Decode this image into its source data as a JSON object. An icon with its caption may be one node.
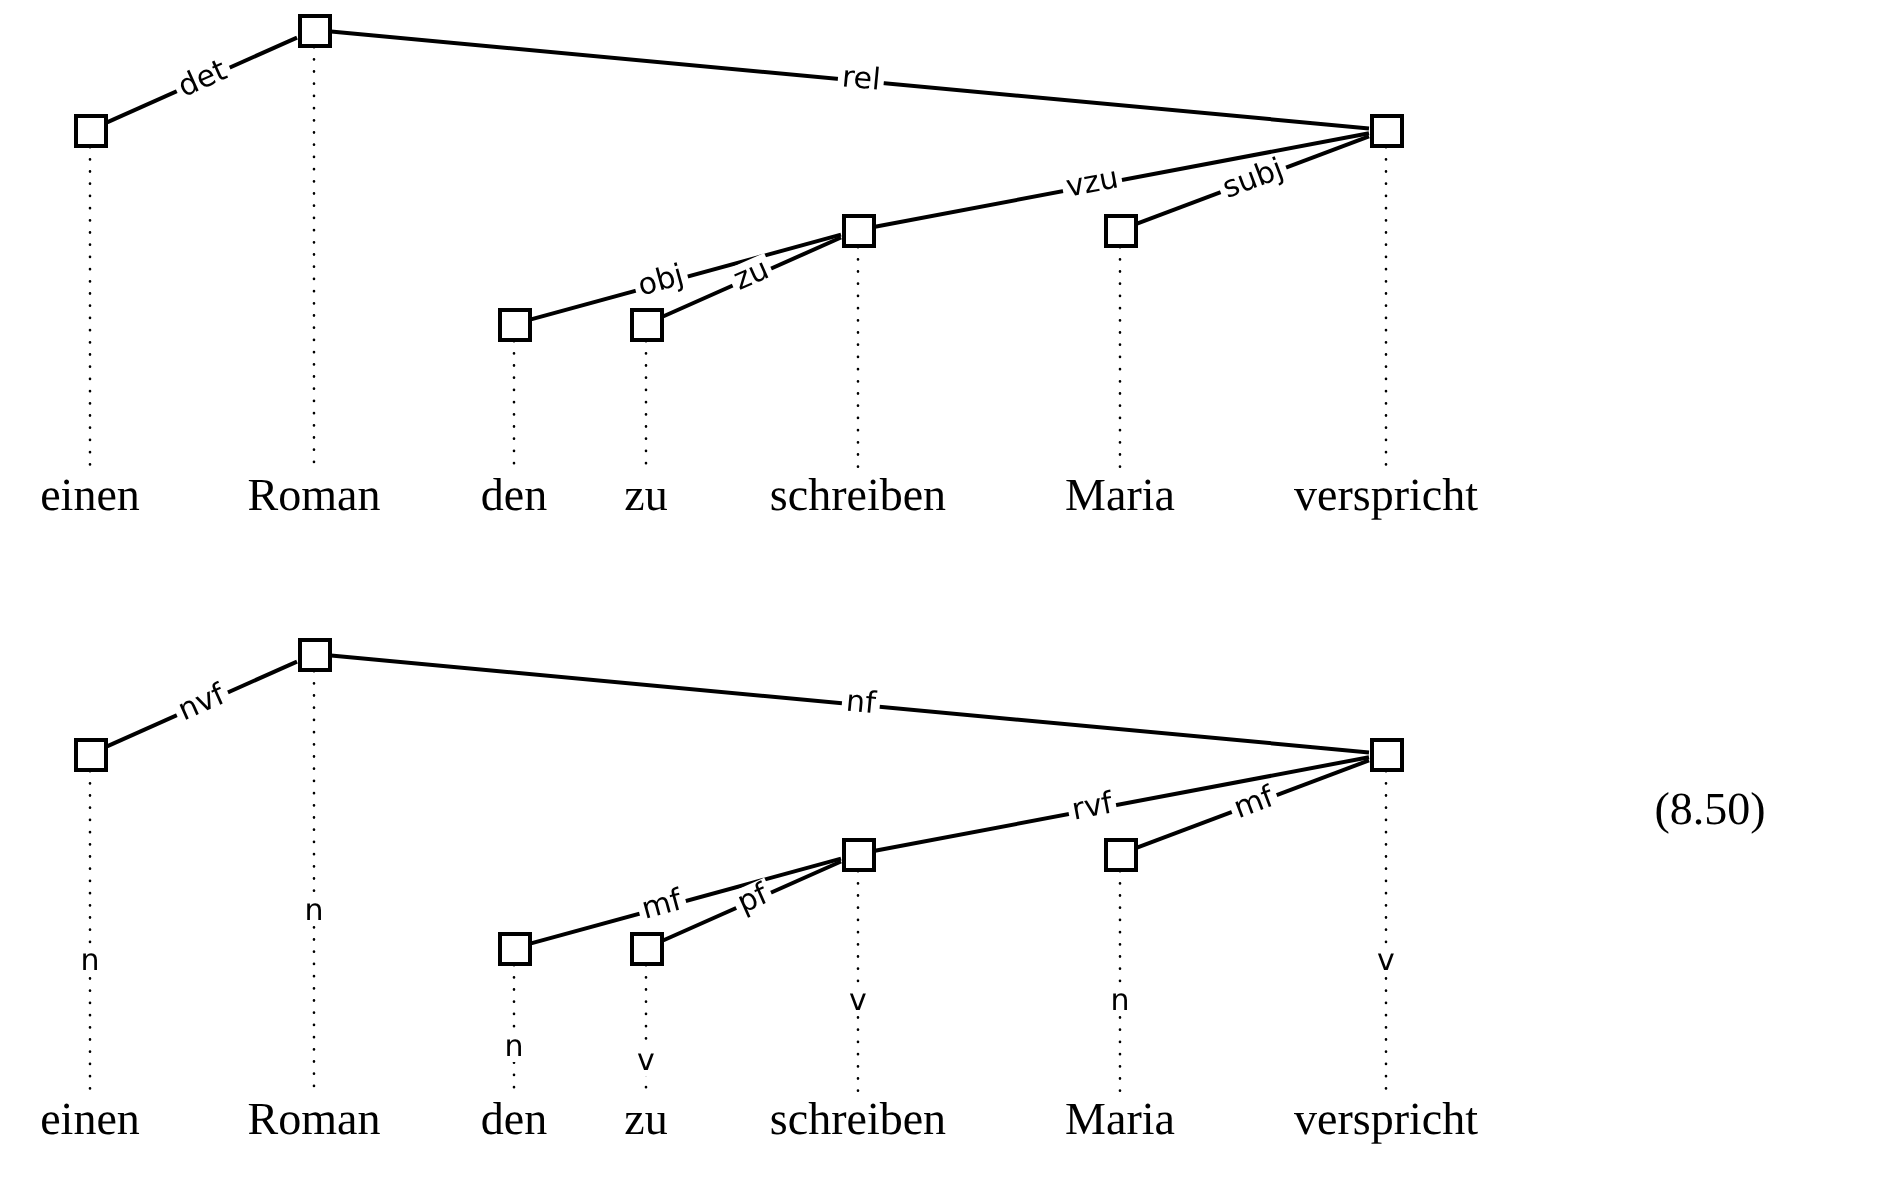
{
  "diagram": {
    "nodes": [
      {
        "text": [],
        "shape": "box"
      },
      {
        "text": [],
        "shape": "box"
      },
      {
        "text": [],
        "shape": "box"
      },
      {
        "text": [],
        "shape": "box"
      },
      {
        "text": [],
        "shape": "box"
      },
      {
        "text": [],
        "shape": "box"
      },
      {
        "text": [],
        "shape": "box"
      },
      {
        "text": [
          "einen"
        ]
      },
      {
        "text": [
          "Roman"
        ]
      },
      {
        "text": [
          "den"
        ]
      },
      {
        "text": [
          "zu"
        ]
      },
      {
        "text": [
          "schreiben"
        ]
      },
      {
        "text": [
          "Maria"
        ]
      },
      {
        "text": [
          "verspricht"
        ]
      },
      {
        "text": [],
        "shape": "box"
      },
      {
        "text": [],
        "shape": "box"
      },
      {
        "text": [],
        "shape": "box"
      },
      {
        "text": [],
        "shape": "box"
      },
      {
        "text": [],
        "shape": "box"
      },
      {
        "text": [],
        "shape": "box"
      },
      {
        "text": [],
        "shape": "box"
      },
      {
        "text": [
          "einen"
        ]
      },
      {
        "text": [
          "Roman"
        ]
      },
      {
        "text": [
          "den"
        ]
      },
      {
        "text": [
          "zu"
        ]
      },
      {
        "text": [
          "schreiben"
        ]
      },
      {
        "text": [
          "Maria"
        ]
      },
      {
        "text": [
          "verspricht"
        ]
      }
    ],
    "edges": [
      {
        "from": 1,
        "to": 0,
        "arrow": "none",
        "label": "det"
      },
      {
        "from": 6,
        "to": 1,
        "arrow": "none",
        "label": "rel"
      },
      {
        "from": 4,
        "to": 2,
        "arrow": "none",
        "label": "obj"
      },
      {
        "from": 4,
        "to": 3,
        "arrow": "none",
        "label": "zu"
      },
      {
        "from": 6,
        "to": 4,
        "arrow": "none",
        "label": "vzu"
      },
      {
        "from": 6,
        "to": 5,
        "arrow": "none",
        "label": "subj"
      },
      {
        "from": 0,
        "to": 7,
        "arrow": "none",
        "style": "dashed"
      },
      {
        "from": 1,
        "to": 8,
        "arrow": "none",
        "style": "dashed"
      },
      {
        "from": 2,
        "to": 9,
        "arrow": "none",
        "style": "dashed"
      },
      {
        "from": 3,
        "to": 10,
        "arrow": "none",
        "style": "dashed"
      },
      {
        "from": 4,
        "to": 11,
        "arrow": "none",
        "style": "dashed"
      },
      {
        "from": 5,
        "to": 12,
        "arrow": "none",
        "style": "dashed"
      },
      {
        "from": 6,
        "to": 13,
        "arrow": "none",
        "style": "dashed"
      },
      {
        "from": 15,
        "to": 14,
        "arrow": "none",
        "label": "nvf"
      },
      {
        "from": 20,
        "to": 15,
        "arrow": "none",
        "label": "nf"
      },
      {
        "from": 18,
        "to": 16,
        "arrow": "none",
        "label": "mf"
      },
      {
        "from": 18,
        "to": 17,
        "arrow": "none",
        "label": "pf"
      },
      {
        "from": 20,
        "to": 18,
        "arrow": "none",
        "label": "rvf"
      },
      {
        "from": 20,
        "to": 19,
        "arrow": "none",
        "label": "mf"
      },
      {
        "from": 14,
        "to": 21,
        "arrow": "none",
        "style": "dashed"
      },
      {
        "from": 15,
        "to": 22,
        "arrow": "none",
        "style": "dashed"
      },
      {
        "from": 16,
        "to": 23,
        "arrow": "none",
        "style": "dashed"
      },
      {
        "from": 17,
        "to": 24,
        "arrow": "none",
        "style": "dashed"
      },
      {
        "from": 18,
        "to": 25,
        "arrow": "none",
        "style": "dashed"
      },
      {
        "from": 19,
        "to": 26,
        "arrow": "none",
        "style": "dashed"
      },
      {
        "from": 20,
        "to": 27,
        "arrow": "none",
        "style": "dashed"
      }
    ],
    "labels": [
      "(8.50)",
      "n",
      "n",
      "n",
      "v",
      "v",
      "n",
      "v"
    ]
  }
}
